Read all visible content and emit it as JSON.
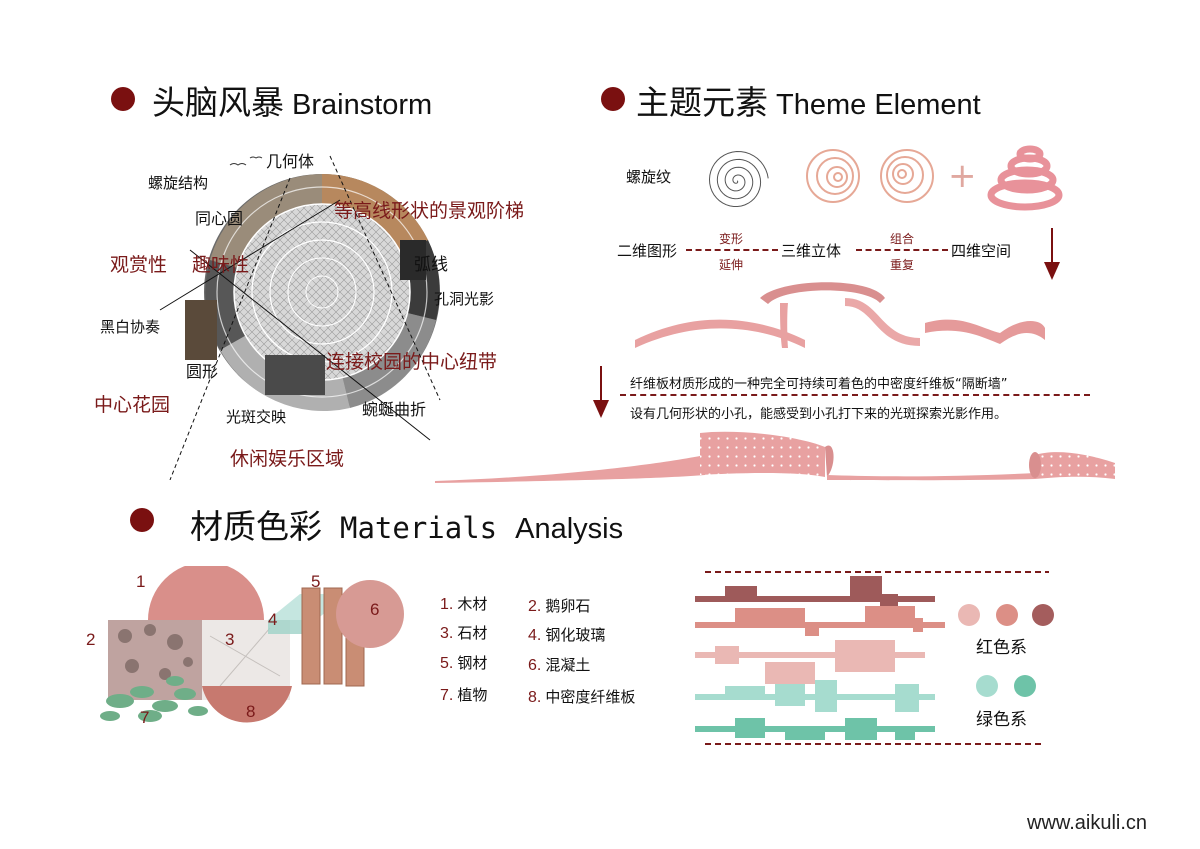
{
  "sections": {
    "brainstorm": {
      "title_zh": "头脑风暴",
      "title_en": "Brainstorm"
    },
    "theme": {
      "title_zh": "主题元素",
      "title_en": "Theme Element"
    },
    "materials": {
      "title_zh": "材质色彩",
      "title_en_a": "Materials",
      "title_en_b": "Analysis"
    }
  },
  "brainstorm": {
    "black_labels": [
      "几何体",
      "螺旋结构",
      "同心圆",
      "弧线",
      "孔洞光影",
      "黑白协奏",
      "圆形",
      "光斑交映",
      "蜿蜒曲折"
    ],
    "red_labels": [
      "等高线形状的景观阶梯",
      "观赏性",
      "趣味性",
      "连接校园的中心纽带",
      "中心花园",
      "休闲娱乐区域"
    ]
  },
  "theme": {
    "spiral_label": "螺旋纹",
    "plus": "+",
    "flow": {
      "step1": "二维图形",
      "mid1_top": "变形",
      "mid1_bottom": "延伸",
      "step2": "三维立体",
      "mid2_top": "组合",
      "mid2_bottom": "重复",
      "step3": "四维空间"
    },
    "desc_line1": "纤维板材质形成的一种完全可持续可着色的中密度纤维板“隔断墙”",
    "desc_line2": "设有几何形状的小孔，能感受到小孔打下来的光斑探索光影作用。"
  },
  "materials": {
    "photo_numbers": [
      "1",
      "2",
      "3",
      "4",
      "5",
      "6",
      "7",
      "8"
    ],
    "legend": [
      {
        "num": "1.",
        "name": "木材"
      },
      {
        "num": "2.",
        "name": "鹅卵石"
      },
      {
        "num": "3.",
        "name": "石材"
      },
      {
        "num": "4.",
        "name": "钢化玻璃"
      },
      {
        "num": "5.",
        "name": "钢材"
      },
      {
        "num": "6.",
        "name": "混凝土"
      },
      {
        "num": "7.",
        "name": "植物"
      },
      {
        "num": "8.",
        "name": "中密度纤维板"
      }
    ],
    "palette": {
      "red_label": "红色系",
      "green_label": "绿色系",
      "red_colors": [
        "#eab8b4",
        "#dc8f86",
        "#a45d5d"
      ],
      "green_colors": [
        "#a6dccf",
        "#6ec3a8"
      ]
    }
  },
  "colors": {
    "accent": "#7a1010",
    "pink": "#e8a1a1",
    "teal": "#8fd3c1"
  },
  "watermark": "www.aikuli.cn"
}
